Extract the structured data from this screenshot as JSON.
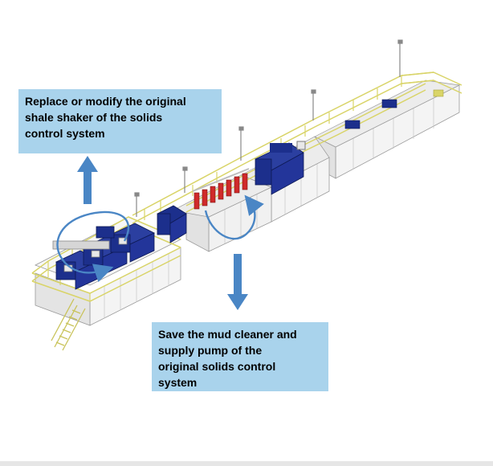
{
  "callouts": {
    "top": {
      "line1": "Replace or modify the original",
      "line2": "shale shaker of the solids",
      "line3": "control system"
    },
    "bottom": {
      "line1": "Save the mud cleaner and",
      "line2": "supply pump of the",
      "line3": "original solids control",
      "line4": "system"
    }
  },
  "colors": {
    "callout_fill": "#a9d3ec",
    "arrow_blue": "#4a86c5",
    "equipment_blue": "#1c2f8c",
    "railing_yellow": "#e3e07a",
    "tank_white": "#f3f3f3",
    "pump_red": "#d02a2a"
  }
}
